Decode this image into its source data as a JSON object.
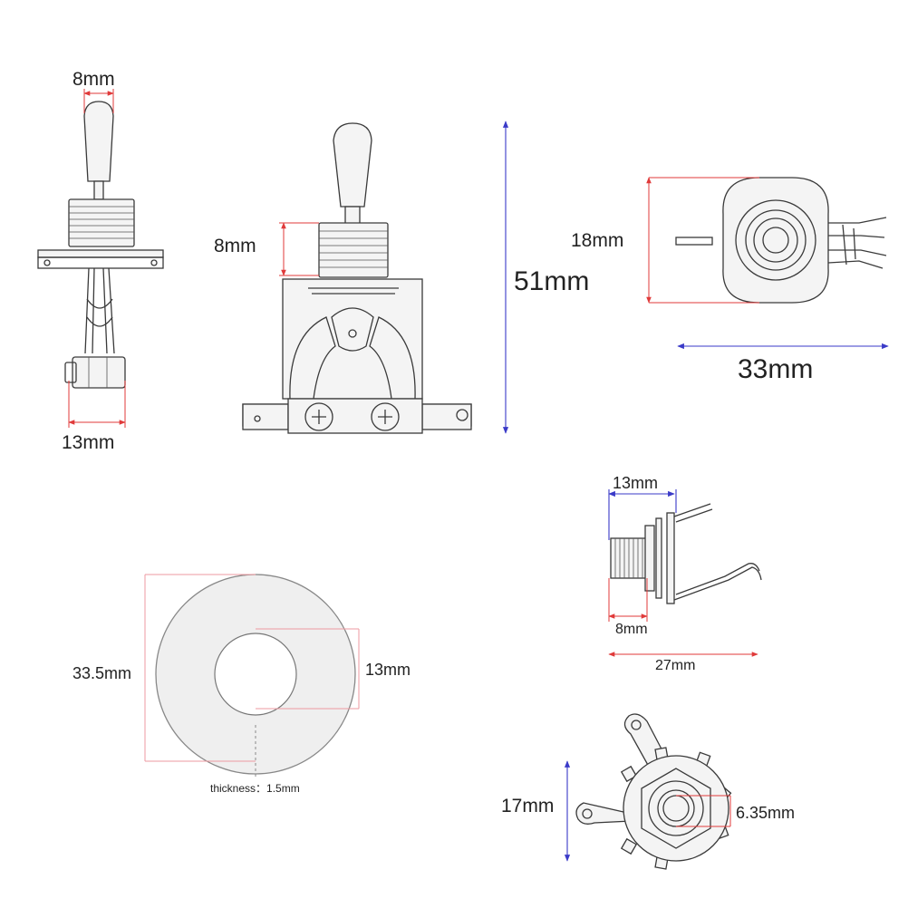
{
  "colors": {
    "dimension_red": "#e03a3a",
    "dimension_blue": "#3a3ac8",
    "outline": "#3a3a3a",
    "plate_fill": "#f4f4f4"
  },
  "toggle_side_view": {
    "top_width_label": "8mm",
    "bottom_width_label": "13mm"
  },
  "toggle_front_view": {
    "bushing_height_label": "8mm",
    "total_height_label": "51mm"
  },
  "jack_plate": {
    "height_label": "18mm",
    "length_label": "33mm"
  },
  "jack_side_view": {
    "top_label": "13mm",
    "thread_label": "8mm",
    "total_label": "27mm"
  },
  "washer": {
    "outer_label": "33.5mm",
    "inner_label": "13mm",
    "thickness_label": "thickness：1.5mm"
  },
  "jack_front_view": {
    "height_label": "17mm",
    "hole_label": "6.35mm"
  }
}
